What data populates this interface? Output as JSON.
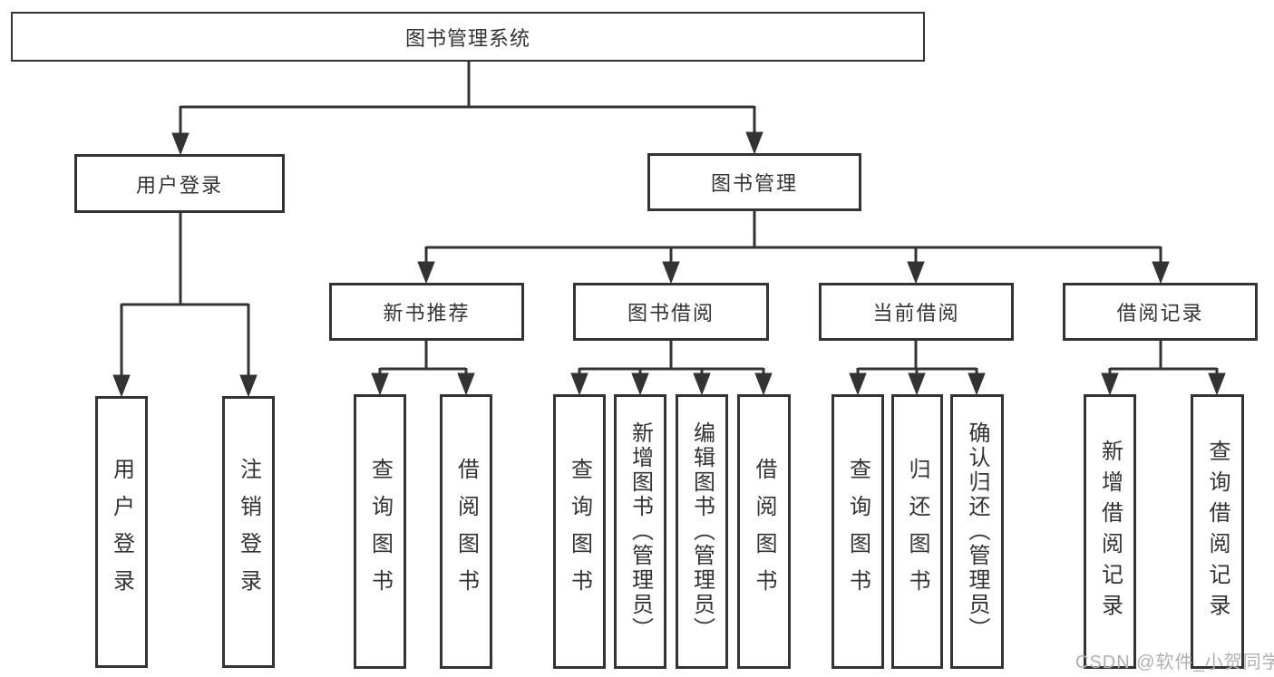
{
  "diagram": {
    "title": "图书管理系统",
    "children": [
      {
        "label": "用户登录",
        "children": [
          {
            "label": "用户登录"
          },
          {
            "label": "注销登录"
          }
        ]
      },
      {
        "label": "图书管理",
        "children": [
          {
            "label": "新书推荐",
            "children": [
              {
                "label": "查询图书"
              },
              {
                "label": "借阅图书"
              }
            ]
          },
          {
            "label": "图书借阅",
            "children": [
              {
                "label": "查询图书"
              },
              {
                "label": "新增图书（管理员）"
              },
              {
                "label": "编辑图书（管理员）"
              },
              {
                "label": "借阅图书"
              }
            ]
          },
          {
            "label": "当前借阅",
            "children": [
              {
                "label": "查询图书"
              },
              {
                "label": "归还图书"
              },
              {
                "label": "确认归还（管理员）"
              }
            ]
          },
          {
            "label": "借阅记录",
            "children": [
              {
                "label": "新增借阅记录"
              },
              {
                "label": "查询借阅记录"
              }
            ]
          }
        ]
      }
    ]
  },
  "watermark": "CSDN @软件_小贺同学",
  "colors": {
    "line": "#333333",
    "box_border": "#333333",
    "text": "#333333",
    "watermark": "#b0b0b0",
    "background": "#ffffff"
  }
}
